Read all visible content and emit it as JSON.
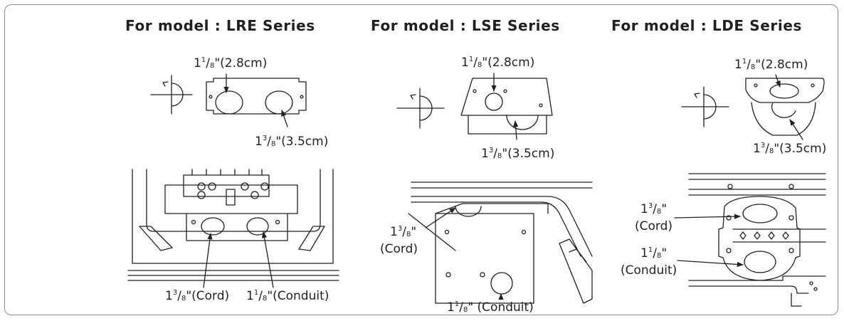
{
  "headings": {
    "lre": "For model : LRE Series",
    "lse": "For model : LSE Series",
    "lde": "For model : LDE Series"
  },
  "lre": {
    "label_small_hole": {
      "whole": "1",
      "num": "1",
      "den": "8",
      "rest": "\"(2.8cm)"
    },
    "label_large_hole": {
      "whole": "1",
      "num": "3",
      "den": "8",
      "rest": "\"(3.5cm)"
    },
    "label_cord": {
      "whole": "1",
      "num": "3",
      "den": "8",
      "rest": "\"(Cord)"
    },
    "label_conduit": {
      "whole": "1",
      "num": "1",
      "den": "8",
      "rest": "\"(Conduit)"
    }
  },
  "lse": {
    "label_small_hole": {
      "whole": "1",
      "num": "1",
      "den": "8",
      "rest": "\"(2.8cm)"
    },
    "label_large_hole": {
      "whole": "1",
      "num": "3",
      "den": "8",
      "rest": "\"(3.5cm)"
    },
    "label_cord_a": {
      "whole": "1",
      "num": "3",
      "den": "8",
      "rest": "\""
    },
    "label_cord_b": "(Cord)",
    "label_conduit": {
      "whole": "1",
      "num": "1",
      "den": "8",
      "rest": "\" (Conduit)"
    }
  },
  "lde": {
    "label_small_hole": {
      "whole": "1",
      "num": "1",
      "den": "8",
      "rest": "\"(2.8cm)"
    },
    "label_large_hole": {
      "whole": "1",
      "num": "3",
      "den": "8",
      "rest": "\"(3.5cm)"
    },
    "label_cord_a": {
      "whole": "1",
      "num": "3",
      "den": "8",
      "rest": "\""
    },
    "label_cord_b": "(Cord)",
    "label_conduit_a": {
      "whole": "1",
      "num": "1",
      "den": "8",
      "rest": "\""
    },
    "label_conduit_b": "(Conduit)"
  },
  "colors": {
    "line": "#231f20",
    "frame": "#8c8c8c"
  }
}
